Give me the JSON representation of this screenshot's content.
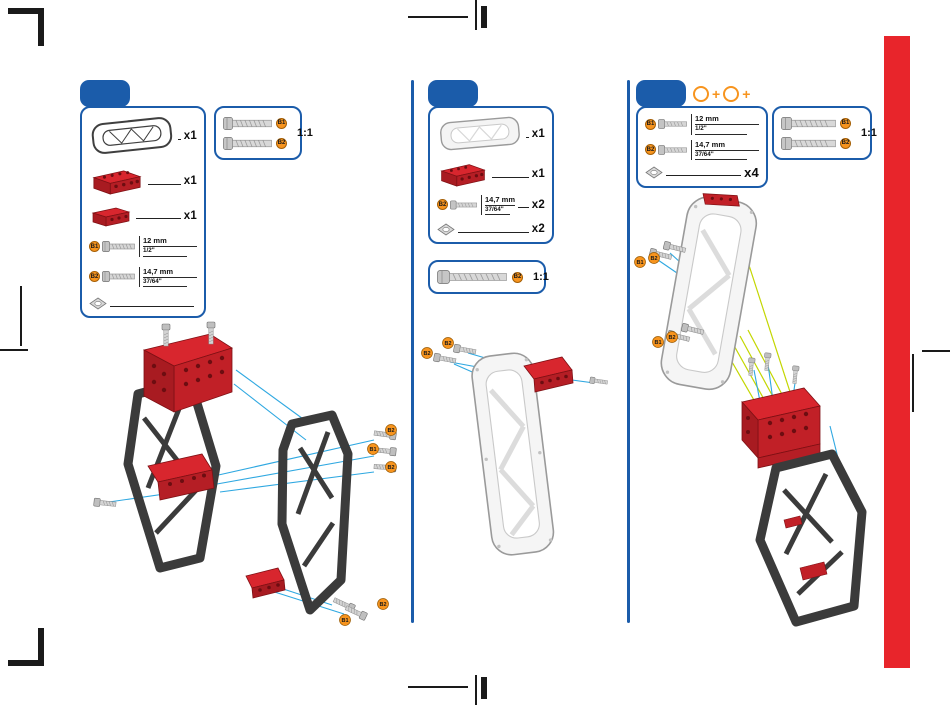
{
  "panel1": {
    "parts": [
      {
        "icon": "frame-dark",
        "qty": "x1"
      },
      {
        "icon": "plate-red-large",
        "qty": "x1"
      },
      {
        "icon": "plate-red-small",
        "qty": "x1"
      }
    ],
    "bolts": [
      {
        "badge": "B1",
        "mm": "12 mm",
        "inch": "1/2\""
      },
      {
        "badge": "B2",
        "mm": "14,7 mm",
        "inch": "37/64\""
      }
    ],
    "scalebox": {
      "label": "1:1",
      "badges": [
        "B1",
        "B2"
      ]
    },
    "assembly": {
      "badges": [
        "B2",
        "B1",
        "B2",
        "B1",
        "B2"
      ]
    }
  },
  "panel2": {
    "parts": [
      {
        "icon": "frame-light",
        "qty": "x1"
      },
      {
        "icon": "plate-red-large",
        "qty": "x1"
      }
    ],
    "bolts": [
      {
        "badge": "B2",
        "mm": "14,7 mm",
        "inch": "37/64\"",
        "qty": "x2"
      }
    ],
    "washer_qty": "x2",
    "scalebox": {
      "label": "1:1",
      "badges": [
        "B2"
      ]
    },
    "assembly": {
      "badges": [
        "B2",
        "B2"
      ]
    }
  },
  "panel3": {
    "plus": "+",
    "bolts": [
      {
        "badge": "B1",
        "mm": "12 mm",
        "inch": "1/2\""
      },
      {
        "badge": "B2",
        "mm": "14,7 mm",
        "inch": "37/64\""
      }
    ],
    "set_qty": "x4",
    "scalebox": {
      "label": "1:1",
      "badges": [
        "B1",
        "B2"
      ]
    },
    "assembly": {
      "badges": [
        "B1",
        "B2",
        "B1",
        "B2"
      ]
    }
  }
}
